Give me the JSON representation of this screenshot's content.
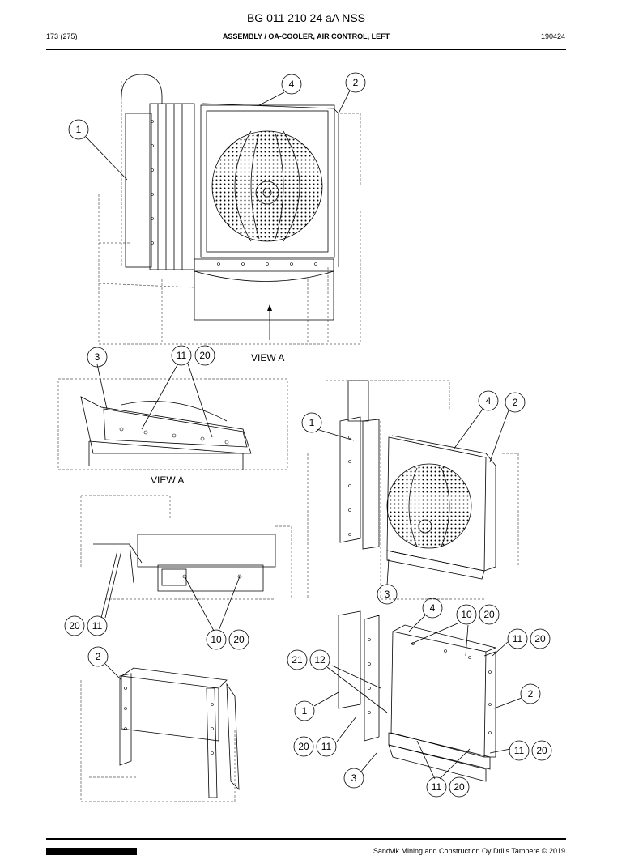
{
  "header": {
    "doc_code": "BG 011 210 24 aA NSS",
    "page": "173 (275)",
    "title": "ASSEMBLY / OA-COOLER, AIR CONTROL, LEFT",
    "date": "190424"
  },
  "views": {
    "view_a_arrow_label": "VIEW A",
    "view_a_label": "VIEW A"
  },
  "callouts": {
    "c1": "1",
    "c2": "2",
    "c3": "3",
    "c4": "4",
    "c10": "10",
    "c11": "11",
    "c12": "12",
    "c20": "20",
    "c21": "21"
  },
  "footer": {
    "copyright": "Sandvik Mining and Construction Oy Drills Tampere © 2019"
  }
}
